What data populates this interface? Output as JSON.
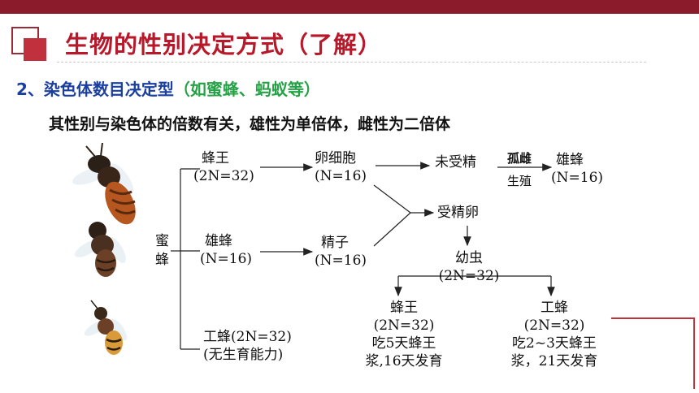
{
  "header": {
    "title": "生物的性别决定方式（了解）"
  },
  "subtitle": {
    "main": "2、染色体数目决定型",
    "example": "（如蜜蜂、蚂蚁等）"
  },
  "description": "其性别与染色体的倍数有关，雄性为单倍体，雌性为二倍体",
  "diagram": {
    "root_line1": "蜜",
    "root_line2": "蜂",
    "queen": "蜂王",
    "queen_chrom": "(2N=32)",
    "drone": "雄蜂",
    "drone_chrom": "(N=16)",
    "worker": "工蜂(2N=32)",
    "worker_note": "(无生育能力)",
    "egg": "卵细胞",
    "egg_chrom": "(N=16)",
    "sperm": "精子",
    "sperm_chrom": "(N=16)",
    "unfertilized": "未受精",
    "parthenogenesis_line1": "孤雌",
    "parthenogenesis_line2": "生殖",
    "male_result": "雄蜂",
    "male_result_chrom": "(N=16)",
    "fertilized": "受精卵",
    "larva": "幼虫",
    "larva_chrom": "(2N=32)",
    "queen_out": "蜂王",
    "queen_out_chrom": "(2N=32)",
    "queen_out_note1": "吃5天蜂王",
    "queen_out_note2": "浆,16天发育",
    "worker_out": "工蜂",
    "worker_out_chrom": "(2N=32)",
    "worker_out_note1": "吃2~3天蜂王",
    "worker_out_note2": "浆，21天发育"
  },
  "colors": {
    "topbar": "#8b1a2b",
    "title": "#b8192a",
    "subtitle_main": "#1a3fa0",
    "subtitle_example": "#24a245"
  }
}
